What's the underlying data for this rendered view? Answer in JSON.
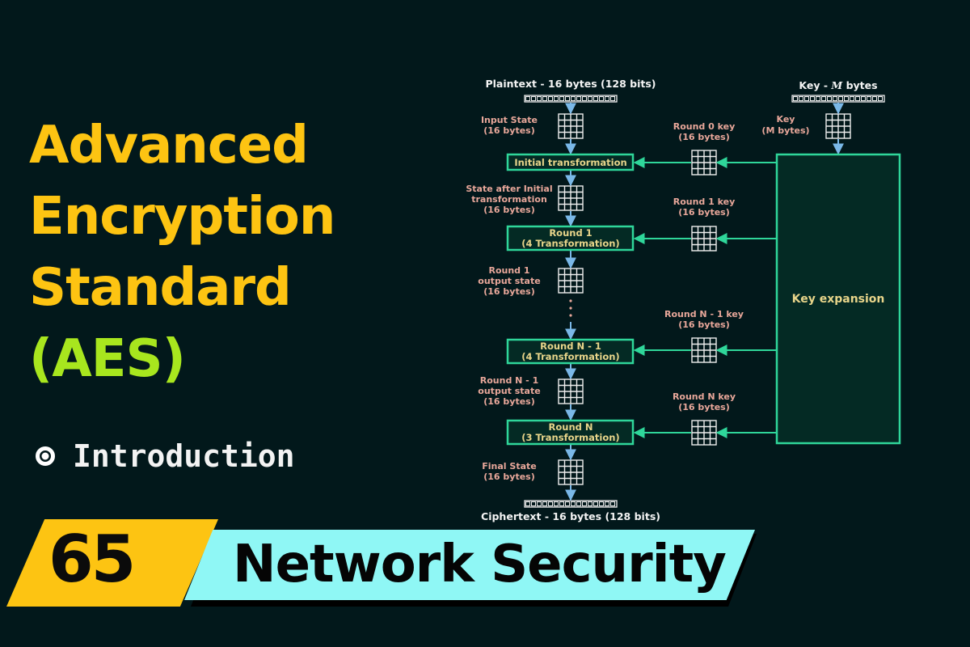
{
  "title": {
    "line1": "Advanced",
    "line2": "Encryption",
    "line3": "Standard",
    "line4": "(AES)"
  },
  "subtopic": {
    "icon": "radio-target-icon",
    "label": "Introduction"
  },
  "series_banner": {
    "number": "65",
    "title": "Network Security"
  },
  "diagram": {
    "plaintext_label": "Plaintext - 16 bytes (128 bits)",
    "key_label_prefix": "Key - ",
    "key_label_var": "M",
    "key_label_suffix": " bytes",
    "input_state": [
      "Input State",
      "(16 bytes)"
    ],
    "key_state": [
      "Key",
      "(M bytes)"
    ],
    "initial_transformation": "Initial transformation",
    "state_after_initial": [
      "State after Initial",
      "transformation",
      "(16 bytes)"
    ],
    "round1": [
      "Round 1",
      "(4 Transformation)"
    ],
    "round1_output": [
      "Round 1",
      "output state",
      "(16 bytes)"
    ],
    "round_n_minus_1": [
      "Round N - 1",
      "(4 Transformation)"
    ],
    "round_n_minus_1_output": [
      "Round N - 1",
      "output state",
      "(16 bytes)"
    ],
    "round_n": [
      "Round N",
      "(3 Transformation)"
    ],
    "final_state": [
      "Final State",
      "(16 bytes)"
    ],
    "ciphertext_label": "Ciphertext - 16 bytes (128 bits)",
    "round0_key": [
      "Round 0 key",
      "(16 bytes)"
    ],
    "round1_key": [
      "Round 1 key",
      "(16 bytes)"
    ],
    "round_n_minus_1_key": [
      "Round N - 1 key",
      "(16 bytes)"
    ],
    "round_n_key": [
      "Round N key",
      "(16 bytes)"
    ],
    "key_expansion": "Key expansion"
  },
  "colors": {
    "background": "#02181b",
    "title_yellow": "#fdc412",
    "title_green": "#a8e61e",
    "banner_cyan": "#8ff7f5",
    "box_border": "#2fd69a",
    "box_fill": "#042a24",
    "arrow_blue": "#7ab8e8",
    "label_salmon": "#e8a79a",
    "box_text": "#e8d58a"
  }
}
